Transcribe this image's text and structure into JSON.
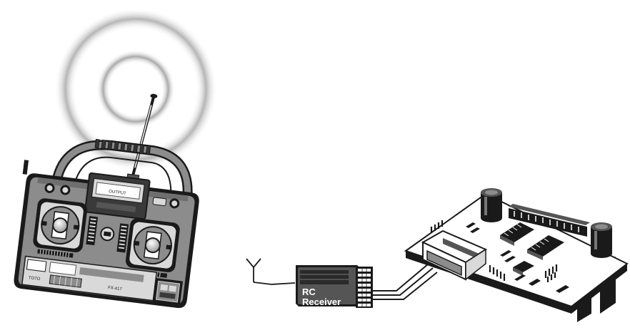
{
  "receiver": {
    "label_line1": "RC",
    "label_line2": "Receiver"
  },
  "transmitter": {
    "brand_text": "TOTO",
    "model_text": "FX-417",
    "display_text": "OUTPUT"
  },
  "colors": {
    "ink": "#1a1a1a",
    "case_fill": "#8c8c8c",
    "case_dark": "#3a3a3a",
    "panel_light": "#d9d9d9",
    "board_fill": "#ffffff",
    "receiver_fill": "#555555",
    "signal_ring": "#bdbdbd"
  }
}
